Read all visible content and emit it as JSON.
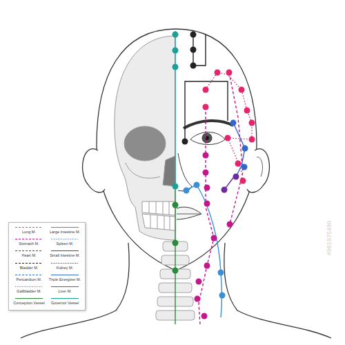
{
  "diagram": {
    "labels": [
      "#961975490"
    ],
    "legend": [
      {
        "text": "Lung M."
      },
      {
        "text": "Large Intestine M."
      },
      {
        "text": "Stomach M."
      },
      {
        "text": "Spleen M."
      },
      {
        "text": "Heart M."
      },
      {
        "text": "Small Intestine M."
      },
      {
        "text": "Bladder M."
      },
      {
        "text": "Kidney M."
      },
      {
        "text": "Pericardium M."
      },
      {
        "text": "Triple Energizer M."
      },
      {
        "text": "Gallbladder M."
      },
      {
        "text": "Liver M."
      },
      {
        "text": "Conception Vessel"
      },
      {
        "text": "Governor Vessel"
      }
    ]
  }
}
